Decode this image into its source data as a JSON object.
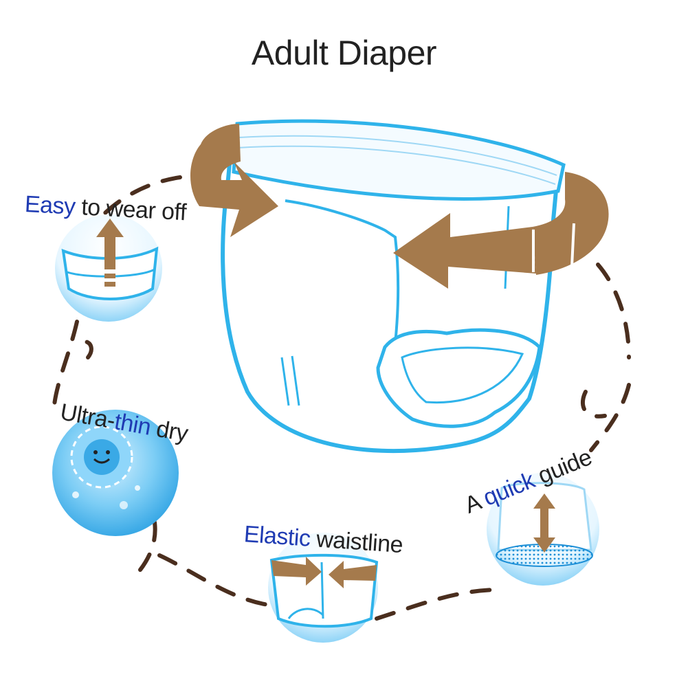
{
  "title": "Adult Diaper",
  "colors": {
    "outline": "#2fb3ea",
    "arrow": "#a57a4c",
    "dash": "#4a2e1e",
    "highlight": "#1f3bb3",
    "text": "#222222",
    "circle_fill": "#5ec0f2"
  },
  "features": {
    "easy": {
      "highlight": "Easy",
      "rest": " to wear off"
    },
    "thin": {
      "pre": "Ultra-",
      "highlight": "thin",
      "rest": " dry"
    },
    "elastic": {
      "highlight": "Elastic",
      "rest": " waistline"
    },
    "quick": {
      "pre": "A ",
      "highlight": "quick",
      "rest": " guide"
    }
  }
}
